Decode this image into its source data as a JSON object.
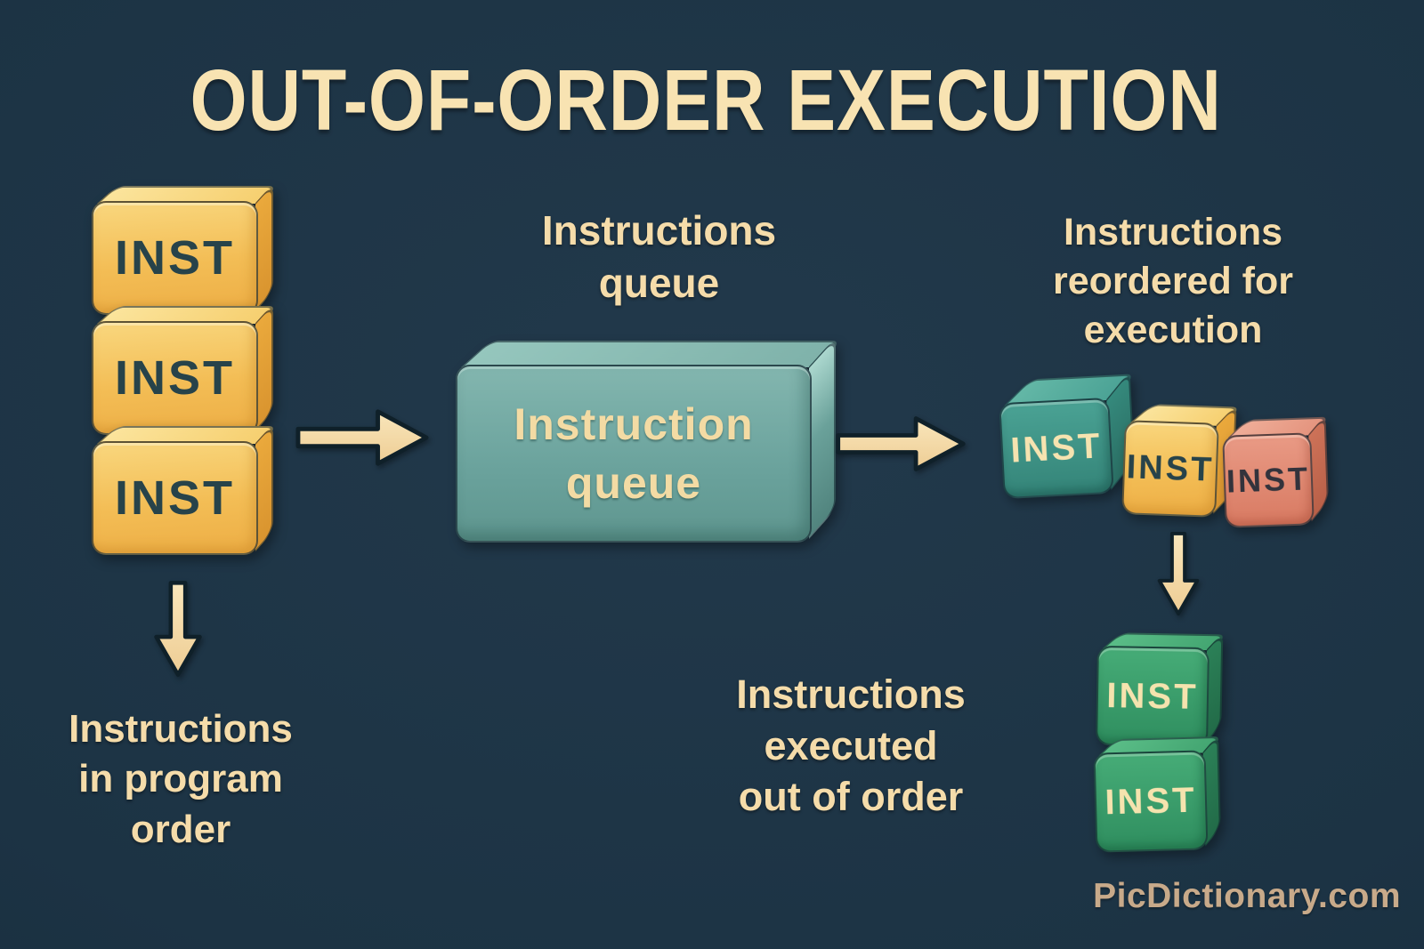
{
  "title": "OUT-OF-ORDER EXECUTION",
  "watermark": "PicDictionary.com",
  "colors": {
    "background": "#1d3547",
    "cream_text": "#f5dcaa",
    "yellow_block": "#f3bd55",
    "teal_queue_box": "#6fa8a2",
    "teal_block": "#3e9488",
    "salmon_block": "#dd8470",
    "green_block": "#37a06c",
    "arrow_fill": "#f4dda9",
    "dark_block_text": "#27434a",
    "watermark_color": "#c8aa8a"
  },
  "icons": {
    "flow_right": "right-arrow",
    "flow_down": "down-arrow"
  },
  "program_order": {
    "blocks": [
      "INST",
      "INST",
      "INST"
    ],
    "caption_lines": [
      "Instructions",
      "in program",
      "order"
    ]
  },
  "queue": {
    "label_lines": [
      "Instructions",
      "queue"
    ],
    "box_lines": [
      "Instruction",
      "queue"
    ]
  },
  "reordered": {
    "caption_lines": [
      "Instructions",
      "reordered for",
      "execution"
    ],
    "blocks": [
      {
        "label": "INST",
        "color": "teal"
      },
      {
        "label": "INST",
        "color": "yellow"
      },
      {
        "label": "INST",
        "color": "salmon"
      }
    ]
  },
  "executed": {
    "caption_lines": [
      "Instructions",
      "executed",
      "out of order"
    ],
    "blocks": [
      "INST",
      "INST"
    ]
  }
}
